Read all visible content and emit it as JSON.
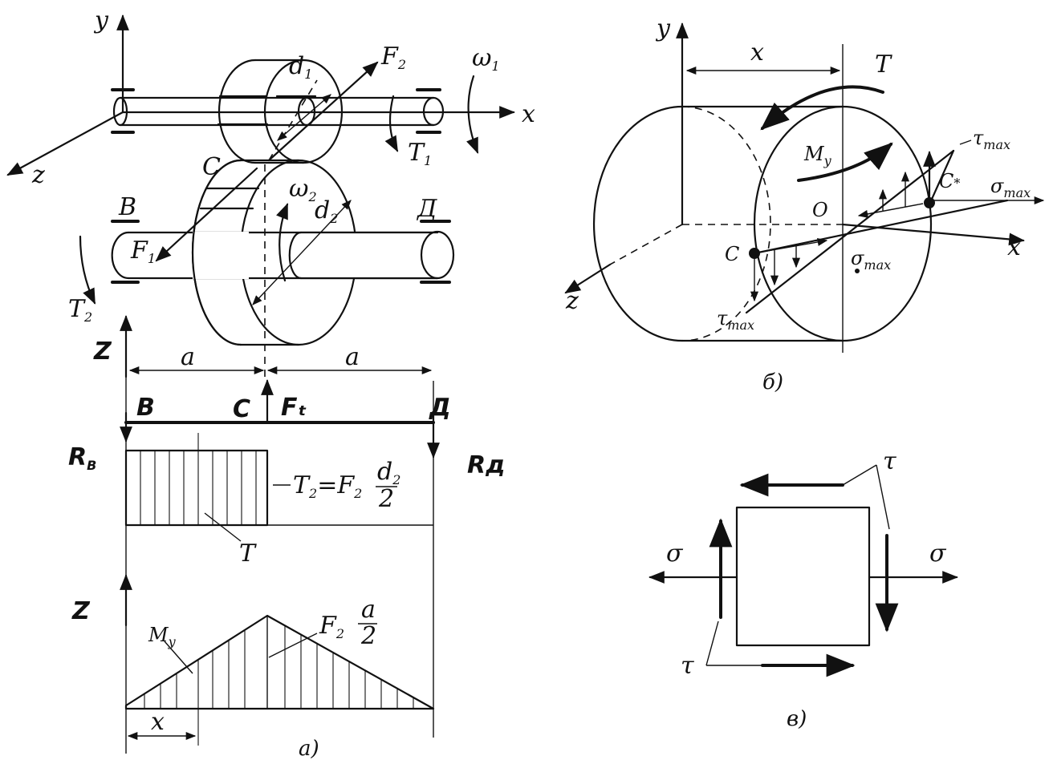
{
  "panel_a": {
    "axis_y": "y",
    "axis_x": "x",
    "axis_z": "z",
    "omega1": "ω",
    "omega1_sub": "1",
    "omega2": "ω",
    "omega2_sub": "2",
    "d1": "d",
    "d1_sub": "1",
    "d2": "d",
    "d2_sub": "2",
    "F2": "F",
    "F2_sub": "2",
    "F1": "F",
    "F1_sub": "1",
    "T1": "T",
    "T1_sub": "1",
    "T2": "T",
    "T2_sub": "2",
    "point_C": "C",
    "support_B": "B",
    "support_D": "Д",
    "span_a_left": "a",
    "span_a_right": "a",
    "beam_Z1": "Z",
    "beam_B": "B",
    "beam_C": "C",
    "beam_Ft": "Fₜ",
    "beam_D": "Д",
    "reaction_RB": "R",
    "reaction_RB_sub": "B",
    "reaction_RD": "Rд",
    "torque_formula_lhs": "T",
    "torque_formula_lhs_sub": "2",
    "torque_formula_eq": "=F",
    "torque_formula_eq_sub": "2",
    "torque_formula_num": "d",
    "torque_formula_num_sub": "2",
    "torque_formula_den": "2",
    "torque_label": "T",
    "beam_Z2": "Z",
    "moment_label": "M",
    "moment_label_sub": "y",
    "moment_peak": "F",
    "moment_peak_sub": "2",
    "moment_peak_num": "a",
    "moment_peak_den": "2",
    "dim_x": "x",
    "caption": "а)"
  },
  "panel_b": {
    "axis_y": "y",
    "axis_x": "x",
    "axis_z": "z",
    "dim_x": "x",
    "torque": "T",
    "moment": "M",
    "moment_sub": "y",
    "tau_max_top": "τ",
    "tau_max_top_sub": "max",
    "sigma_max_right": "σ",
    "sigma_max_right_sub": "max",
    "point_Cstar": "C",
    "point_Cstar_mark": "*",
    "origin_O": "O",
    "point_C": "C",
    "sigma_max_lower": "σ",
    "sigma_max_lower_sub": "max",
    "tau_max_bottom": "τ",
    "tau_max_bottom_sub": "max",
    "caption": "б)"
  },
  "panel_c": {
    "tau_top": "τ",
    "sigma_left": "σ",
    "sigma_right": "σ",
    "tau_bottom": "τ",
    "caption": "в)"
  }
}
